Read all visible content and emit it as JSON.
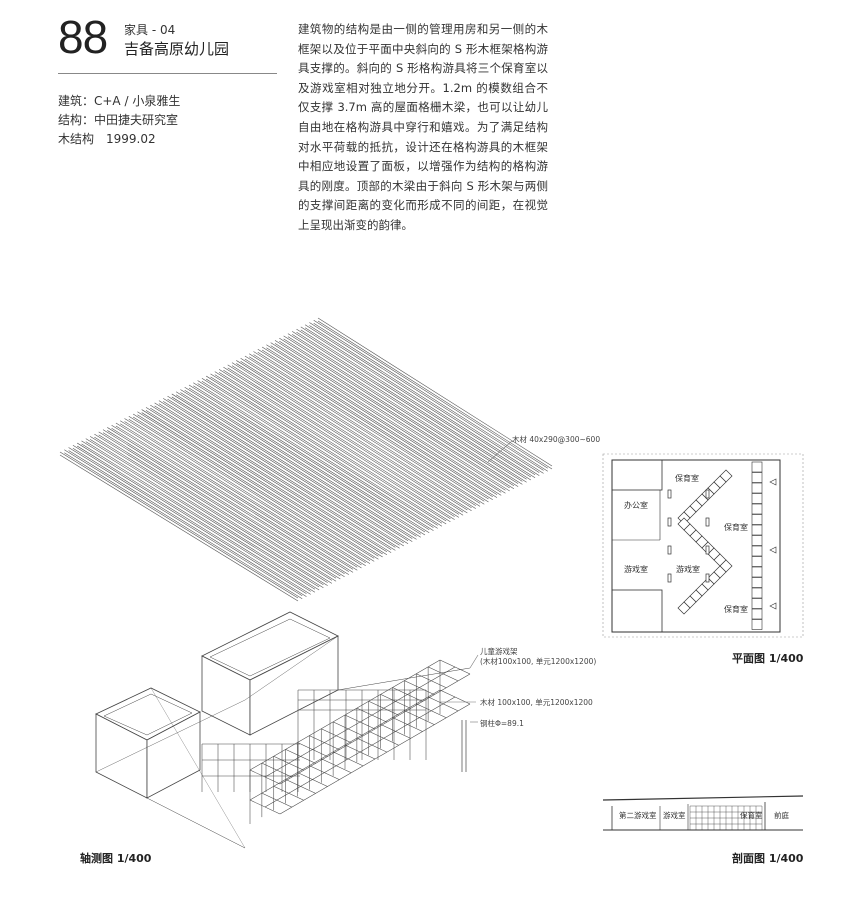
{
  "header": {
    "number": "88",
    "category": "家具 - 04",
    "title": "吉备高原幼儿园"
  },
  "credits": [
    "建筑：C+A / 小泉雅生",
    "结构：中田捷夫研究室",
    "木结构　1999.02"
  ],
  "description": "建筑物的结构是由一侧的管理用房和另一侧的木框架以及位于平面中央斜向的 S 形木框架格构游具支撑的。斜向的 S 形格构游具将三个保育室以及游戏室相对独立地分开。1.2m 的模数组合不仅支撑 3.7m 高的屋面格栅木梁，也可以让幼儿自由地在格构游具中穿行和嬉戏。为了满足结构对水平荷载的抵抗，设计还在格构游具的木框架中相应地设置了面板，以增强作为结构的格构游具的刚度。顶部的木梁由于斜向 S 形木架与两侧的支撑间距离的变化而形成不同的间距，在视觉上呈现出渐变的韵律。",
  "axonometric": {
    "caption": "轴测图 1/400",
    "annotations": {
      "roof_timber": "木材 40x290@300~600",
      "play_frame_title": "儿童游戏架",
      "play_frame_spec": "(木材100x100, 单元1200x1200)",
      "frame_timber": "木材 100x100, 单元1200x1200",
      "steel_column": "钢柱Φ=89.1"
    }
  },
  "plan": {
    "caption": "平面图 1/400",
    "rooms": [
      "保育室",
      "办公室",
      "保育室",
      "游戏室",
      "游戏室",
      "保育室"
    ]
  },
  "section": {
    "caption": "剖面图 1/400",
    "labels": [
      "第二游戏室",
      "游戏室",
      "保育室",
      "前庭"
    ]
  }
}
